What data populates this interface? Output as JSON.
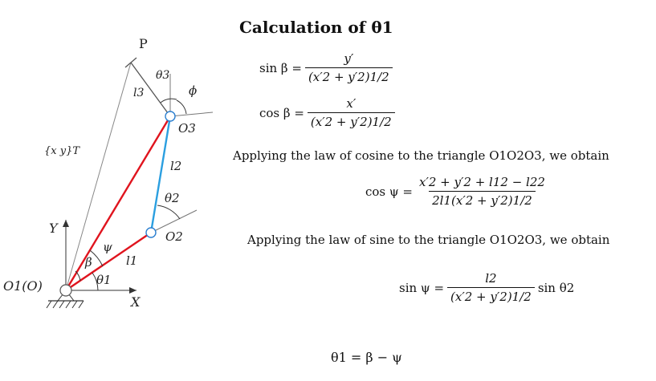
{
  "diagram_labels": {
    "p": "P",
    "theta3": "θ3",
    "l3": "l3",
    "phi": "ϕ",
    "o3": "O3",
    "vector": "{x  y}T",
    "l2": "l2",
    "theta2": "θ2",
    "y_axis": "Y",
    "o2": "O2",
    "psi": "ψ",
    "beta": "β",
    "l1": "l1",
    "o1": "O1(O)",
    "theta1": "θ1",
    "x_axis": "X"
  },
  "text": {
    "heading": "Calculation of θ1",
    "sin_beta_lhs": "sin β =",
    "sin_beta_num": "y′",
    "sin_beta_den": "(x′2 + y′2)1/2",
    "cos_beta_lhs": "cos β =",
    "cos_beta_num": "x′",
    "cos_beta_den": "(x′2 + y′2)1/2",
    "cosine_law": "Applying the law of cosine to the triangle O1O2O3, we obtain",
    "cos_psi_lhs": "cos ψ =",
    "cos_psi_num": "x′2 + y′2 + l12 − l22",
    "cos_psi_den": "2l1(x′2 + y′2)1/2",
    "sine_law": "Applying the law of sine to the triangle O1O2O3, we obtain",
    "sin_psi_lhs": "sin ψ =",
    "sin_psi_num": "l2",
    "sin_psi_den": "(x′2 + y′2)1/2",
    "sin_psi_rhs": "sin θ2",
    "theta1_eq": "θ1 = β − ψ"
  },
  "colors": {
    "link_red": "#e0141e",
    "link_blue": "#2b9fe0",
    "joint": "#2b7fd0",
    "line": "#555555"
  }
}
